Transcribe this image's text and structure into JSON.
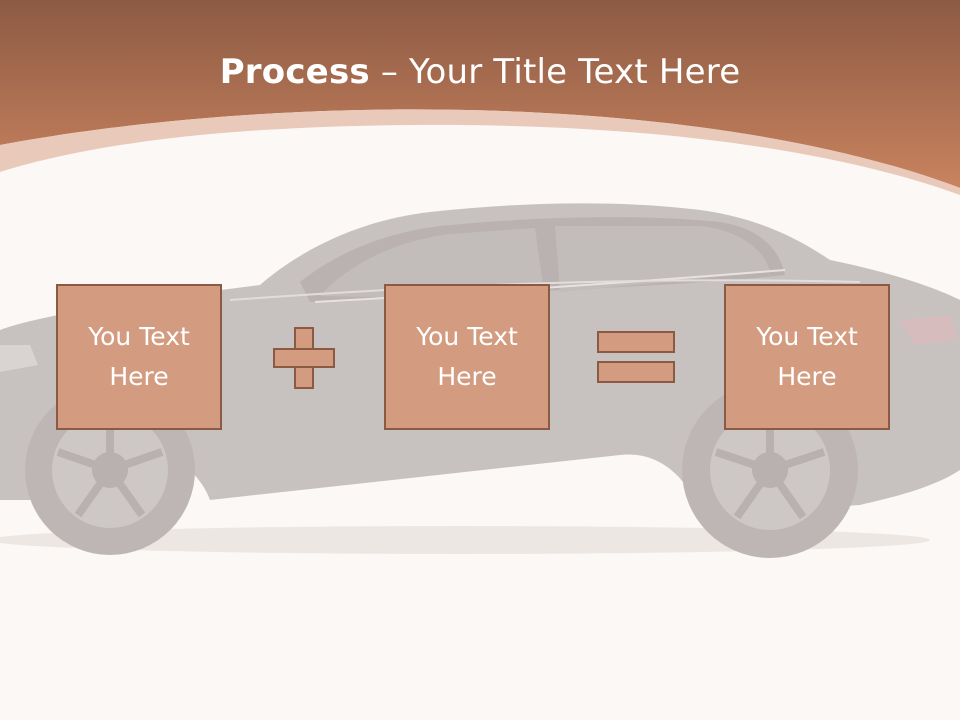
{
  "slide": {
    "title_bold": "Process",
    "title_rest": " – Your Title Text Here",
    "colors": {
      "accent": "#c07c5c",
      "box_fill": "#d39c80",
      "box_border": "#8a5a43",
      "background": "#fbf8f5"
    },
    "boxes": [
      {
        "line1": "You Text",
        "line2": "Here"
      },
      {
        "line1": "You Text",
        "line2": "Here"
      },
      {
        "line1": "You Text",
        "line2": "Here"
      }
    ],
    "operators": [
      "plus-icon",
      "equals-icon"
    ],
    "background_image": "car-silhouette"
  }
}
